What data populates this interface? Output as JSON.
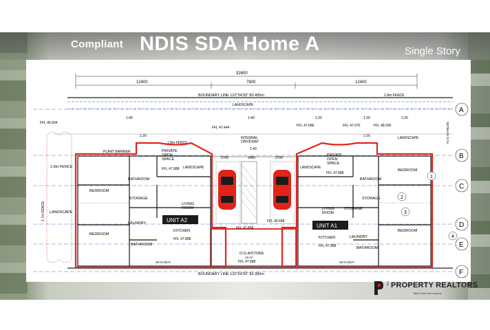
{
  "header": {
    "compliant": "Compliant",
    "title": "NDIS SDA Home A",
    "story": "Single Story"
  },
  "brand": {
    "the": "THE",
    "name": "PROPERTY REALTORS",
    "tagline": "Take it from the experts",
    "accent": "#d71f26"
  },
  "plan": {
    "dims": {
      "total": "32600",
      "left": "12400",
      "middle": "7800",
      "right": "12400",
      "drive_left": "2700",
      "drive_mid": "2400",
      "drive_right": "2700"
    },
    "boundary_top": "BOUNDARY LINE 122°54'30\" 80.405m",
    "boundary_bottom": "BOUNDARY LINE 122°54'30\" 80.380m",
    "fence_18": "1.8m FENCE",
    "fence_17": "1.7m FENCE",
    "landscape": "LANDSCAPE",
    "plant_barrier": "PLANT BARRIER",
    "driveway": "INTERNAL\nDRIVEWAY",
    "skylight": "SKYLIGHT",
    "store": "O.O.A/STORE",
    "store_area": "13 m²",
    "unit_a2": "UNIT A2",
    "unit_a1": "UNIT A1",
    "ffl": [
      "FFL 45.604",
      "FFL 47.444",
      "FFL 47.686",
      "FFL 47.970",
      "FFL 48.000",
      "FFL 47.888",
      "FFL 47.858",
      "FFL 49.688"
    ],
    "slopes": [
      "1:40",
      "1:20"
    ],
    "rooms": {
      "bedroom": "BEDROOM",
      "bathroom": "BATHROOM",
      "storage": "STORAGE",
      "living": "LIVING\nROOM",
      "kitchen": "KITCHEN",
      "laundry": "LAUNDRY",
      "pos": "PRIVATE\nOPEN\nSPACE"
    },
    "grid_rows": [
      "A",
      "B",
      "C",
      "D",
      "E",
      "F"
    ],
    "grid_cols": [
      "1",
      "2",
      "3",
      "4"
    ],
    "fence_right": "SETBACK 8.7m"
  }
}
